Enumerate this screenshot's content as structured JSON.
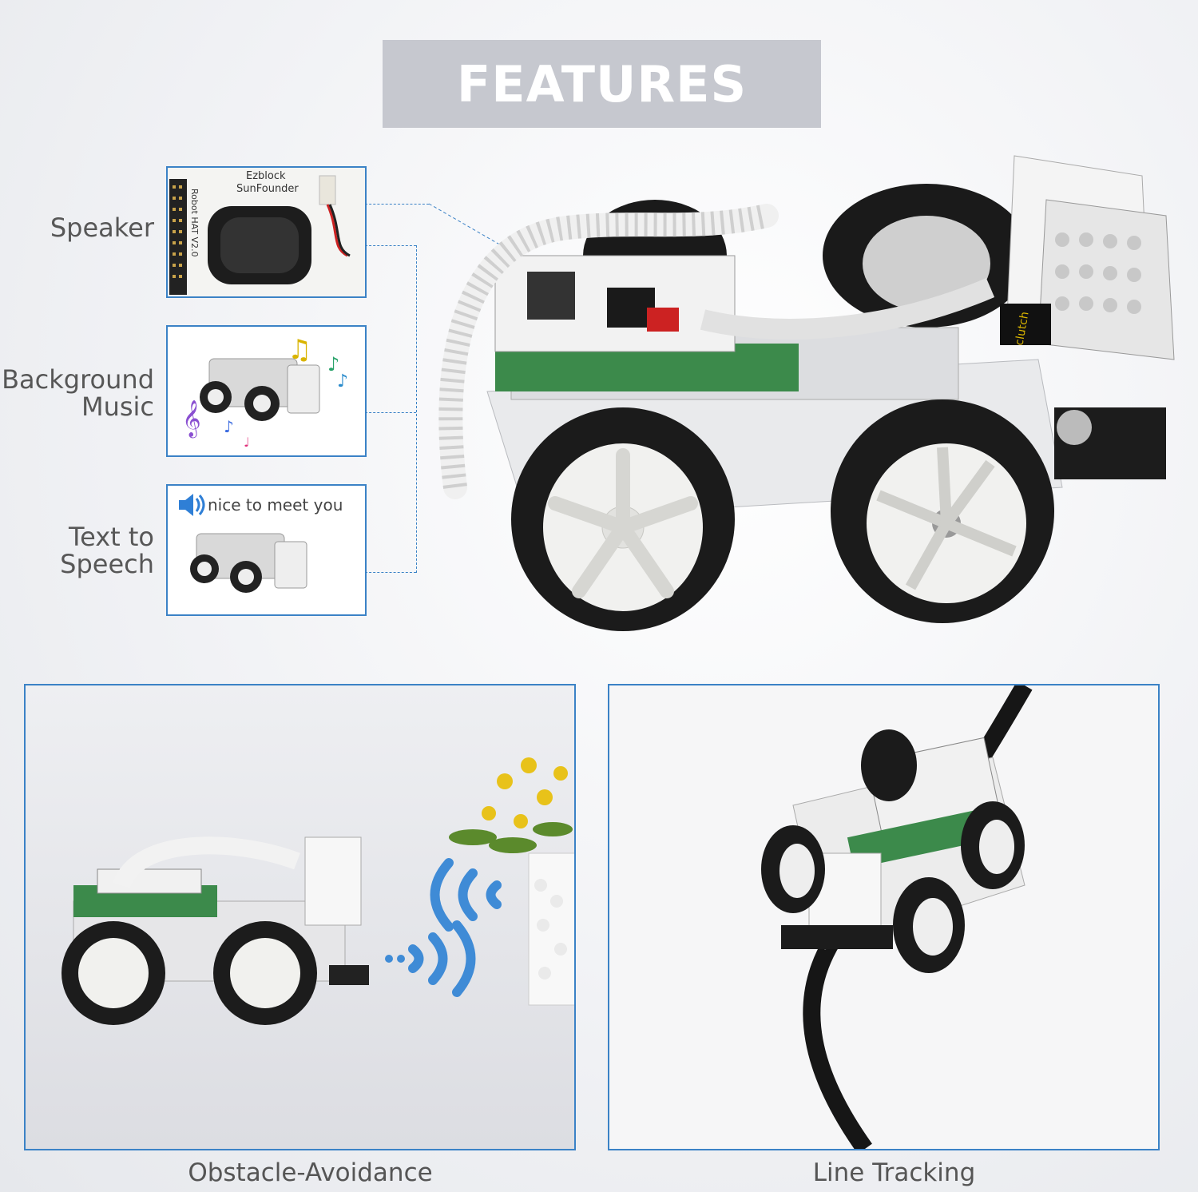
{
  "title": "FEATURES",
  "features": [
    {
      "label_lines": [
        "Speaker"
      ]
    },
    {
      "label_lines": [
        "Background",
        "Music"
      ]
    },
    {
      "label_lines": [
        "Text to",
        "Speech"
      ]
    }
  ],
  "speaker_thumb": {
    "brand": "Ezblock",
    "maker": "SunFounder",
    "board": "Robot HAT V2.0"
  },
  "tts_thumb": {
    "phrase": "nice to meet you"
  },
  "robot_badge": "clutch",
  "photos": [
    {
      "caption": "Obstacle-Avoidance"
    },
    {
      "caption": "Line Tracking"
    }
  ],
  "colors": {
    "accent": "#3b82c6",
    "title_bg": "#c6c8cf",
    "wave": "#3f8bd6"
  }
}
